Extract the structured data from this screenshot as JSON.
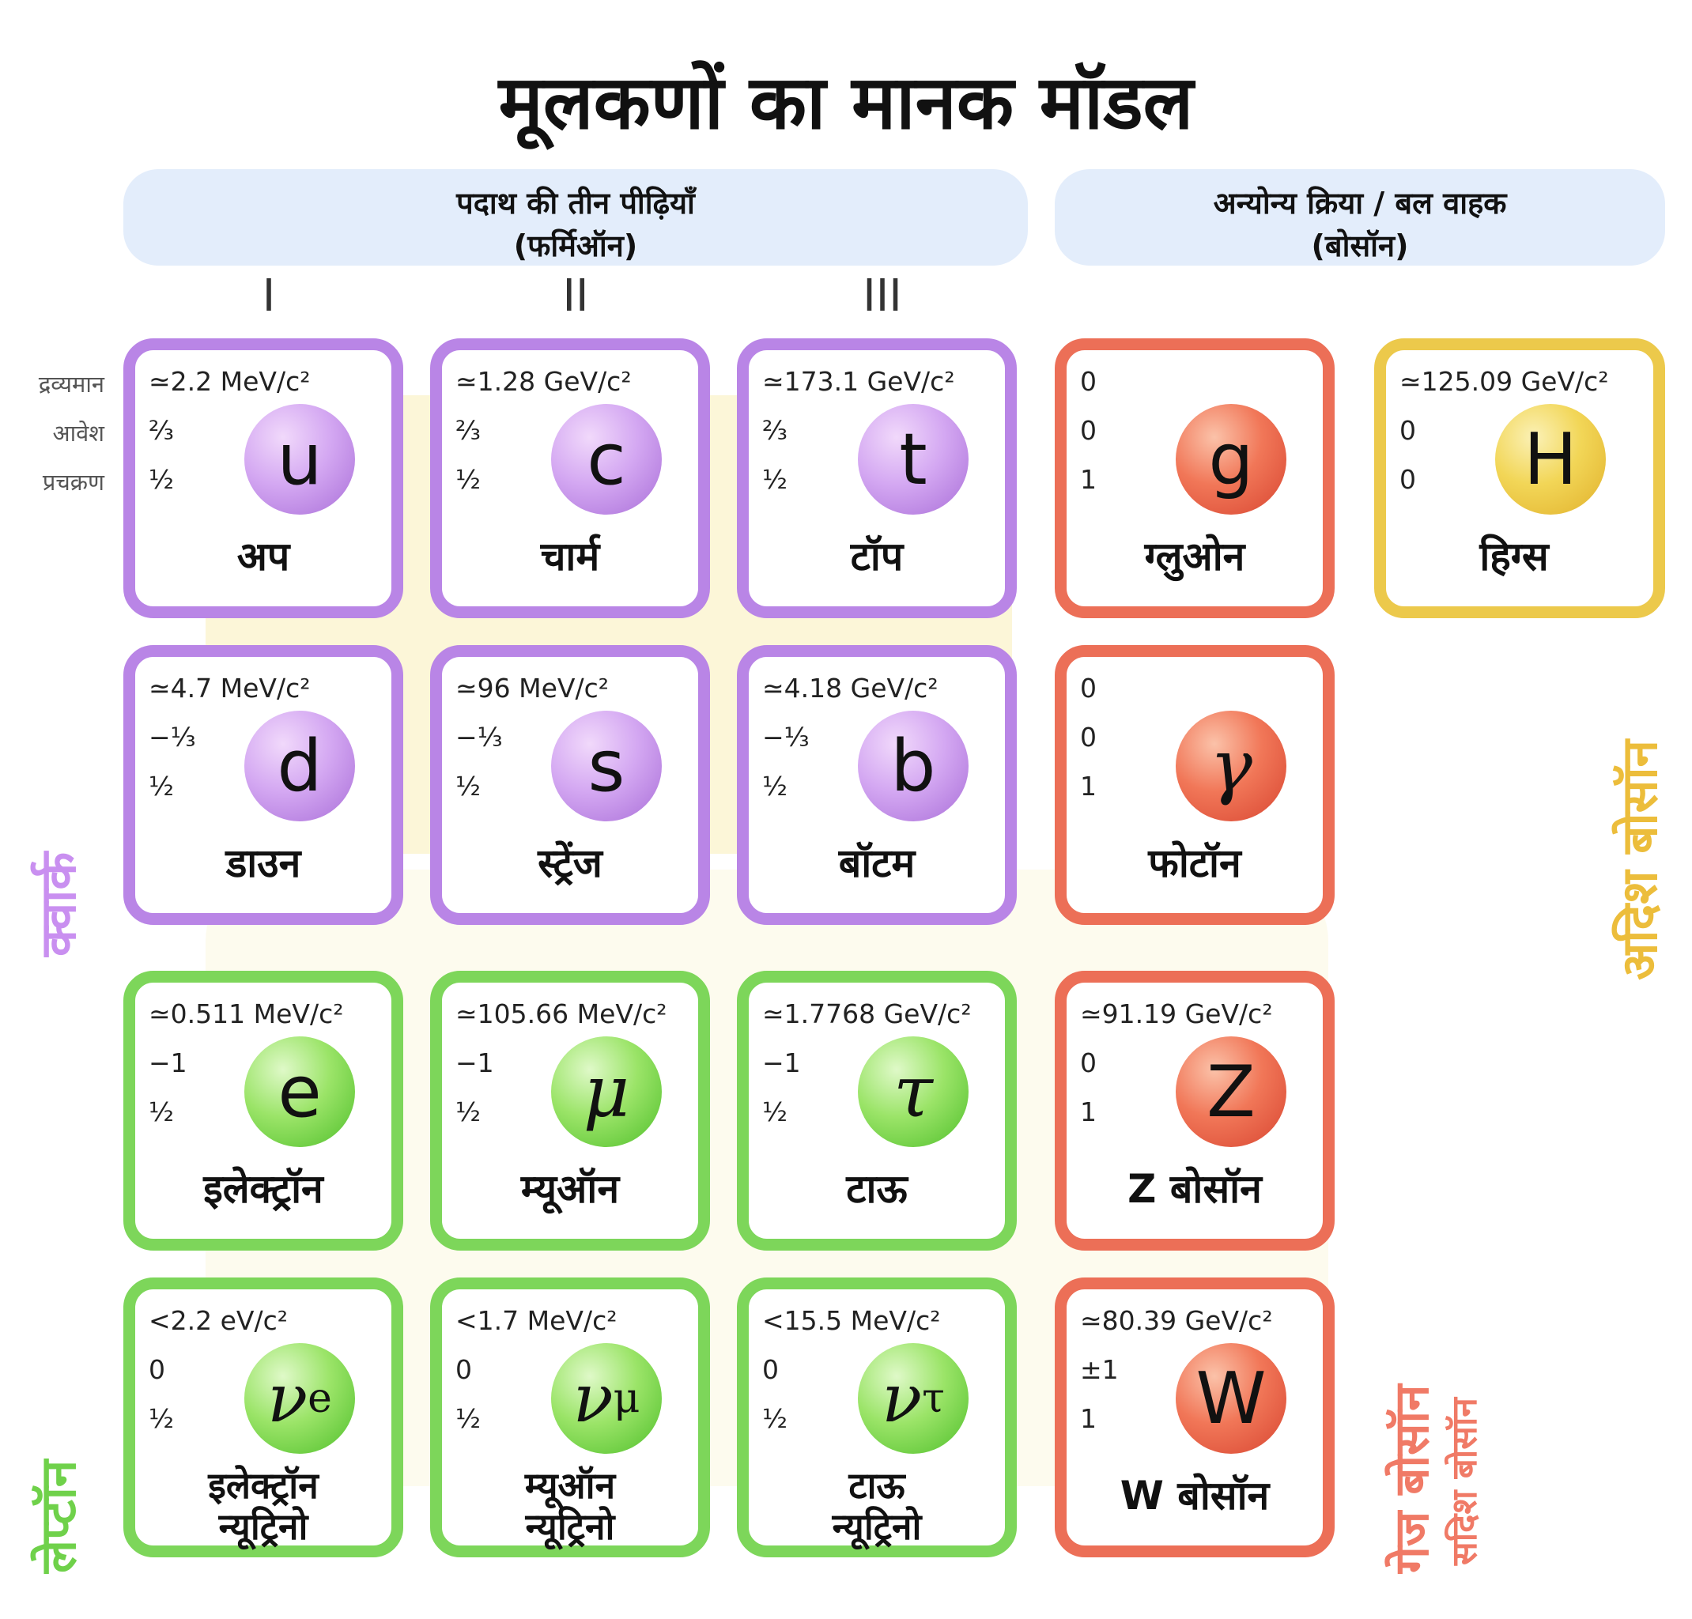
{
  "title": "मूलकणों का मानक मॉडल",
  "headers": {
    "fermions": {
      "line1": "पदाथ की तीन पीढ़ियाँ",
      "line2": "(फर्मिऑन)"
    },
    "bosons": {
      "line1": "अन्योन्य क्रिया / बल वाहक",
      "line2": "(बोसॉन)"
    }
  },
  "generations": [
    "I",
    "II",
    "III"
  ],
  "row_labels": {
    "mass": "द्रव्यमान",
    "charge": "आवेश",
    "spin": "प्रचक्रण"
  },
  "group_labels": {
    "quarks": "क्वार्क",
    "leptons": "लेप्टॉन",
    "scalar_bosons": "अदिश बोसॉन",
    "gauge_bosons": "गेज बोसॉन",
    "vector_bosons": "सदिश बोसॉन"
  },
  "colors": {
    "quark": "#b985e6",
    "lepton": "#7dd65a",
    "gauge": "#ec6f57",
    "scalar": "#ecc94b",
    "header_bg": "#e3edfb"
  },
  "particles": [
    {
      "id": "up",
      "mass": "≃2.2 MeV/c²",
      "charge": "⅔",
      "spin": "½",
      "symbol": "u",
      "name": "अप"
    },
    {
      "id": "charm",
      "mass": "≃1.28 GeV/c²",
      "charge": "⅔",
      "spin": "½",
      "symbol": "c",
      "name": "चार्म"
    },
    {
      "id": "top",
      "mass": "≃173.1 GeV/c²",
      "charge": "⅔",
      "spin": "½",
      "symbol": "t",
      "name": "टॉप"
    },
    {
      "id": "gluon",
      "mass": "0",
      "charge": "0",
      "spin": "1",
      "symbol": "g",
      "name": "ग्लुओन"
    },
    {
      "id": "higgs",
      "mass": "≃125.09 GeV/c²",
      "charge": "0",
      "spin": "0",
      "symbol": "H",
      "name": "हिग्स"
    },
    {
      "id": "down",
      "mass": "≃4.7 MeV/c²",
      "charge": "−⅓",
      "spin": "½",
      "symbol": "d",
      "name": "डाउन"
    },
    {
      "id": "strange",
      "mass": "≃96 MeV/c²",
      "charge": "−⅓",
      "spin": "½",
      "symbol": "s",
      "name": "स्ट्रेंज"
    },
    {
      "id": "bottom",
      "mass": "≃4.18 GeV/c²",
      "charge": "−⅓",
      "spin": "½",
      "symbol": "b",
      "name": "बॉटम"
    },
    {
      "id": "photon",
      "mass": "0",
      "charge": "0",
      "spin": "1",
      "symbol": "γ",
      "name": "फोटॉन"
    },
    {
      "id": "electron",
      "mass": "≃0.511 MeV/c²",
      "charge": "−1",
      "spin": "½",
      "symbol": "e",
      "name": "इलेक्ट्रॉन"
    },
    {
      "id": "muon",
      "mass": "≃105.66 MeV/c²",
      "charge": "−1",
      "spin": "½",
      "symbol": "μ",
      "name": "म्यूऑन"
    },
    {
      "id": "tau",
      "mass": "≃1.7768 GeV/c²",
      "charge": "−1",
      "spin": "½",
      "symbol": "τ",
      "name": "टाऊ"
    },
    {
      "id": "z-boson",
      "mass": "≃91.19 GeV/c²",
      "charge": "0",
      "spin": "1",
      "symbol": "Z",
      "name": "Z बोसॉन"
    },
    {
      "id": "electron-neutrino",
      "mass": "<2.2 eV/c²",
      "charge": "0",
      "spin": "½",
      "symbol": "ν",
      "subscript": "e",
      "name1": "इलेक्ट्रॉन",
      "name2": "न्यूट्रिनो"
    },
    {
      "id": "muon-neutrino",
      "mass": "<1.7 MeV/c²",
      "charge": "0",
      "spin": "½",
      "symbol": "ν",
      "subscript": "μ",
      "name1": "म्यूऑन",
      "name2": "न्यूट्रिनो"
    },
    {
      "id": "tau-neutrino",
      "mass": "<15.5 MeV/c²",
      "charge": "0",
      "spin": "½",
      "symbol": "ν",
      "subscript": "τ",
      "name1": "टाऊ",
      "name2": "न्यूट्रिनो"
    },
    {
      "id": "w-boson",
      "mass": "≃80.39 GeV/c²",
      "charge": "±1",
      "spin": "1",
      "symbol": "W",
      "name": "W बोसॉन"
    }
  ]
}
